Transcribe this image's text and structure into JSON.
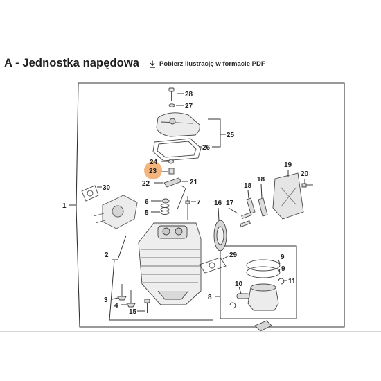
{
  "header": {
    "title": "A - Jednostka napędowa",
    "download_label": "Pobierz ilustrację w formacie PDF",
    "download_icon": "download-icon"
  },
  "diagram": {
    "selected_part": "23",
    "highlight_color": "#f3b47d",
    "callouts": {
      "p1": "1",
      "p2": "2",
      "p3": "3",
      "p4": "4",
      "p5": "5",
      "p6": "6",
      "p7": "7",
      "p8": "8",
      "p9": "9",
      "p10": "10",
      "p11": "11",
      "p15": "15",
      "p16": "16",
      "p17": "17",
      "p18": "18",
      "p19": "19",
      "p20": "20",
      "p21": "21",
      "p22": "22",
      "p23": "23",
      "p24": "24",
      "p25": "25",
      "p26": "26",
      "p27": "27",
      "p28": "28",
      "p29": "29",
      "p30": "30"
    }
  }
}
